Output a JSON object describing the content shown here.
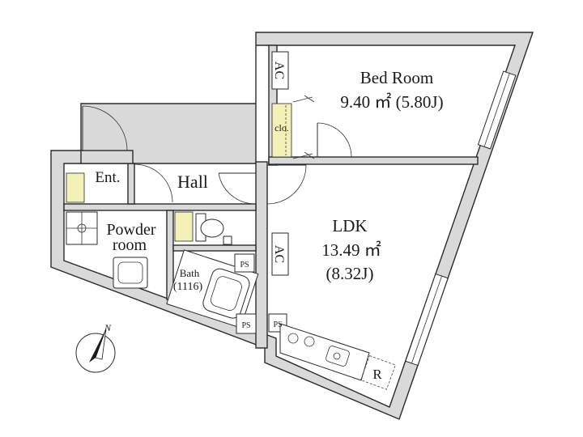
{
  "rooms": {
    "bedroom": {
      "name": "Bed Room",
      "area": "9.40 ㎡ (5.80J)"
    },
    "ldk": {
      "name": "LDK",
      "area": "13.49 ㎡",
      "jo": "(8.32J)"
    },
    "hall": {
      "name": "Hall"
    },
    "entrance": {
      "name": "Ent."
    },
    "powder": {
      "line1": "Powder",
      "line2": "room"
    },
    "bath": {
      "name": "Bath",
      "size": "(1116)"
    },
    "closet": {
      "name": "clo."
    }
  },
  "fixtures": {
    "ac": "AC",
    "ps": "PS",
    "refrigerator": "R"
  },
  "compass": {
    "label": "N"
  },
  "colors": {
    "wall": "#d9d9d9",
    "accent": "#f3f1b8",
    "line": "#2a2a2a"
  }
}
